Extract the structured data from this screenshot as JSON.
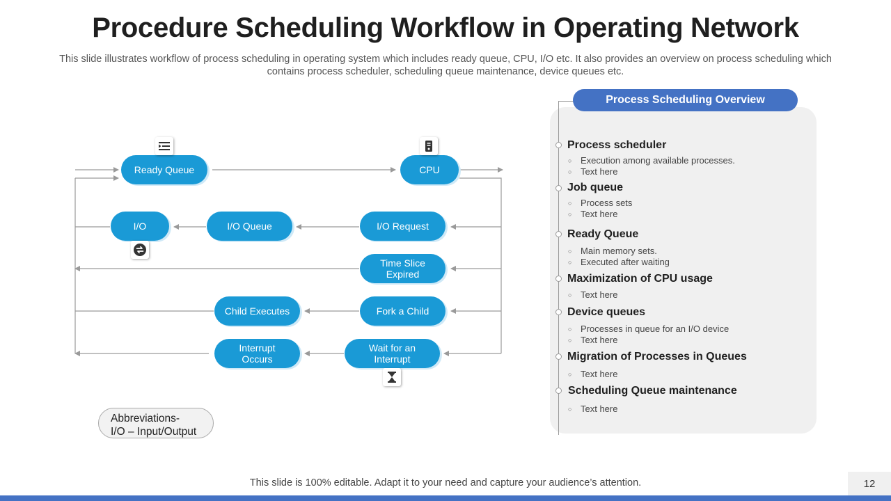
{
  "title": "Procedure Scheduling Workflow in Operating Network",
  "subtitle": "This slide illustrates workflow of process scheduling in operating system which includes ready queue, CPU, I/O etc. It also provides an overview on process scheduling which contains process scheduler, scheduling queue maintenance, device queues etc.",
  "diagram": {
    "nodes": {
      "ready_queue": "Ready Queue",
      "cpu": "CPU",
      "io": "I/O",
      "io_queue": "I/O Queue",
      "io_request": "I/O Request",
      "time_slice_1": "Time Slice",
      "time_slice_2": "Expired",
      "fork_child": "Fork a Child",
      "child_executes": "Child Executes",
      "wait_interrupt_1": "Wait for an",
      "wait_interrupt_2": "Interrupt",
      "interrupt_occurs_1": "Interrupt",
      "interrupt_occurs_2": "Occurs"
    },
    "icons": [
      "list-icon",
      "server-icon",
      "swap-icon",
      "hourglass-icon"
    ]
  },
  "abbreviations": {
    "line1": "Abbreviations-",
    "line2": "I/O – Input/Output"
  },
  "overview": {
    "header": "Process Scheduling Overview",
    "sections": [
      {
        "title": "Process scheduler",
        "items": [
          "Execution among available  processes.",
          "Text here"
        ]
      },
      {
        "title": "Job queue",
        "items": [
          "Process sets",
          "Text here"
        ]
      },
      {
        "title": "Ready Queue",
        "items": [
          "Main memory sets.",
          "Executed after waiting"
        ]
      },
      {
        "title": "Maximization of CPU usage",
        "items": [
          "Text here"
        ]
      },
      {
        "title": "Device queues",
        "items": [
          "Processes in queue for an I/O device",
          "Text here"
        ]
      },
      {
        "title": "Migration of Processes in Queues",
        "items": [
          "Text  here"
        ]
      },
      {
        "title": "Scheduling Queue maintenance",
        "items": [
          "Text here"
        ]
      }
    ]
  },
  "footer": "This slide is 100% editable. Adapt it to your need and capture your audience’s attention.",
  "page_number": "12",
  "colors": {
    "node_fill": "#1a9ad6",
    "header_fill": "#4472c4",
    "panel_fill": "#f0f0f0",
    "connector": "#9a9a9a"
  }
}
